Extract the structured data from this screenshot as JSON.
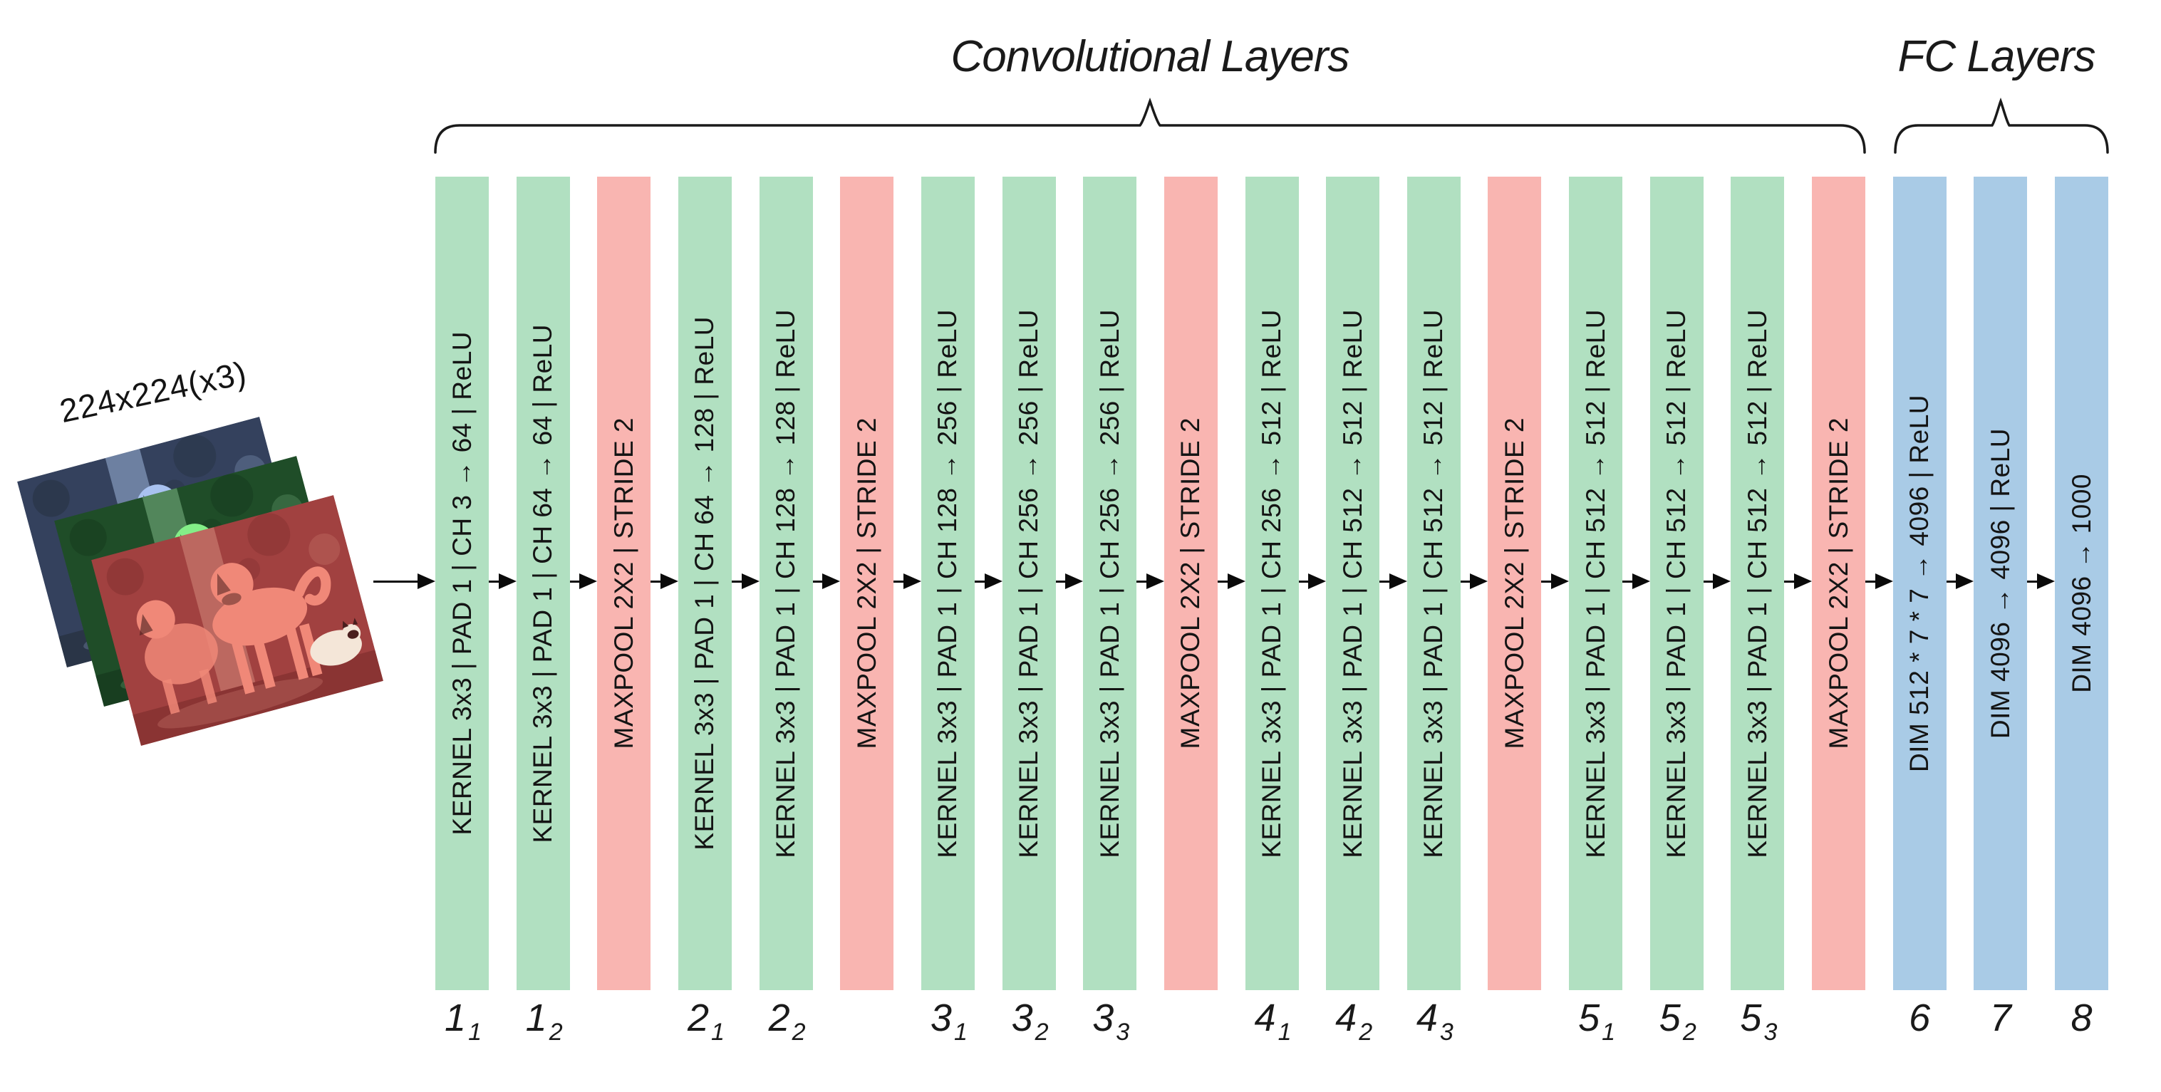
{
  "header": {
    "conv_title": "Convolutional Layers",
    "fc_title": "FC Layers"
  },
  "input": {
    "label": "224x224(x3)",
    "photos": [
      {
        "name": "blue-channel",
        "bg": "#34415d",
        "subject": "#a9c2f0",
        "pole": "#8095b8",
        "ground": "#2a3547",
        "cat": "#d8e2f6",
        "face": "#233049"
      },
      {
        "name": "green-channel",
        "bg": "#1f4d28",
        "subject": "#84ee88",
        "pole": "#649a6c",
        "ground": "#183e20",
        "cat": "#d2f4cc",
        "face": "#143018"
      },
      {
        "name": "red-channel",
        "bg": "#a14140",
        "subject": "#f08878",
        "pole": "#c5766b",
        "ground": "#8a3433",
        "cat": "#f4e6d8",
        "face": "#4a1f1e"
      }
    ]
  },
  "colors": {
    "conv": "#b1e0c1",
    "pool": "#f9b5b1",
    "fc": "#a9cbe6",
    "arrow": "#0a0a0a"
  },
  "layers": [
    {
      "type": "conv",
      "text": "KERNEL 3x3 | PAD 1 | CH 3 → 64 | ReLU",
      "label": "1",
      "sub": "1"
    },
    {
      "type": "conv",
      "text": "KERNEL 3x3 | PAD 1 | CH 64 → 64 | ReLU",
      "label": "1",
      "sub": "2"
    },
    {
      "type": "pool",
      "text": "MAXPOOL 2X2 | STRIDE 2",
      "label": "",
      "sub": ""
    },
    {
      "type": "conv",
      "text": "KERNEL 3x3 | PAD 1 | CH 64 → 128 | ReLU",
      "label": "2",
      "sub": "1"
    },
    {
      "type": "conv",
      "text": "KERNEL 3x3 | PAD 1 | CH 128 → 128 | ReLU",
      "label": "2",
      "sub": "2"
    },
    {
      "type": "pool",
      "text": "MAXPOOL 2X2 | STRIDE 2",
      "label": "",
      "sub": ""
    },
    {
      "type": "conv",
      "text": "KERNEL 3x3 | PAD 1 | CH 128 → 256 | ReLU",
      "label": "3",
      "sub": "1"
    },
    {
      "type": "conv",
      "text": "KERNEL 3x3 | PAD 1 | CH 256 → 256 | ReLU",
      "label": "3",
      "sub": "2"
    },
    {
      "type": "conv",
      "text": "KERNEL 3x3 | PAD 1 | CH 256 → 256 | ReLU",
      "label": "3",
      "sub": "3"
    },
    {
      "type": "pool",
      "text": "MAXPOOL 2X2 | STRIDE 2",
      "label": "",
      "sub": ""
    },
    {
      "type": "conv",
      "text": "KERNEL 3x3 | PAD 1 | CH 256 → 512 | ReLU",
      "label": "4",
      "sub": "1"
    },
    {
      "type": "conv",
      "text": "KERNEL 3x3 | PAD 1 | CH 512 → 512 | ReLU",
      "label": "4",
      "sub": "2"
    },
    {
      "type": "conv",
      "text": "KERNEL 3x3 | PAD 1 | CH 512 → 512 | ReLU",
      "label": "4",
      "sub": "3"
    },
    {
      "type": "pool",
      "text": "MAXPOOL 2X2 | STRIDE 2",
      "label": "",
      "sub": ""
    },
    {
      "type": "conv",
      "text": "KERNEL 3x3 | PAD 1 | CH 512 → 512 | ReLU",
      "label": "5",
      "sub": "1"
    },
    {
      "type": "conv",
      "text": "KERNEL 3x3 | PAD 1 | CH 512 → 512 | ReLU",
      "label": "5",
      "sub": "2"
    },
    {
      "type": "conv",
      "text": "KERNEL 3x3 | PAD 1 | CH 512 → 512 | ReLU",
      "label": "5",
      "sub": "3"
    },
    {
      "type": "pool",
      "text": "MAXPOOL 2X2 | STRIDE 2",
      "label": "",
      "sub": ""
    },
    {
      "type": "fc",
      "text": "DIM 512 * 7 * 7 → 4096 | ReLU",
      "label": "6",
      "sub": ""
    },
    {
      "type": "fc",
      "text": "DIM 4096 → 4096 | ReLU",
      "label": "7",
      "sub": ""
    },
    {
      "type": "fc",
      "text": "DIM 4096 → 1000",
      "label": "8",
      "sub": ""
    }
  ]
}
